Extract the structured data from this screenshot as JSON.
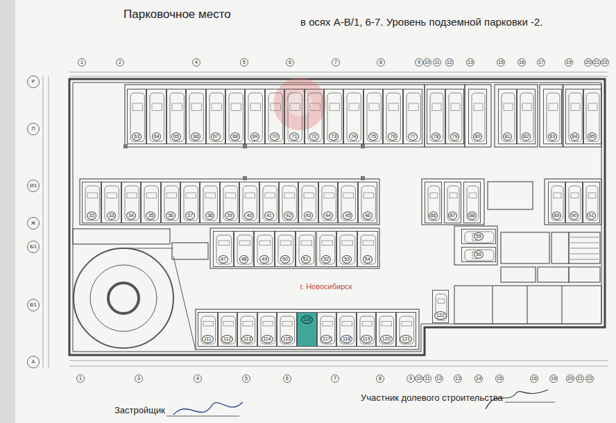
{
  "diagram": {
    "title": "Парковочное место",
    "nodes": [
      {
        "text": [
          "63"
        ]
      },
      {
        "text": [
          "64"
        ]
      },
      {
        "text": [
          "65"
        ]
      },
      {
        "text": [
          "66"
        ]
      },
      {
        "text": [
          "67"
        ]
      },
      {
        "text": [
          "68"
        ]
      },
      {
        "text": [
          "69"
        ]
      },
      {
        "text": [
          "70"
        ]
      },
      {
        "text": [
          "71"
        ]
      },
      {
        "text": [
          "72"
        ]
      },
      {
        "text": [
          "73"
        ]
      },
      {
        "text": [
          "74"
        ]
      },
      {
        "text": [
          "75"
        ]
      },
      {
        "text": [
          "76"
        ]
      },
      {
        "text": [
          "77"
        ]
      },
      {
        "text": [
          "78"
        ]
      },
      {
        "text": [
          "79"
        ]
      },
      {
        "text": [
          "80"
        ]
      },
      {
        "text": [
          "81"
        ]
      },
      {
        "text": [
          "82"
        ]
      },
      {
        "text": [
          "83"
        ]
      },
      {
        "text": [
          "84"
        ]
      },
      {
        "text": [
          "85"
        ]
      },
      {
        "text": [
          "32"
        ]
      },
      {
        "text": [
          "33"
        ]
      },
      {
        "text": [
          "34"
        ]
      },
      {
        "text": [
          "35"
        ]
      },
      {
        "text": [
          "36"
        ]
      },
      {
        "text": [
          "37"
        ]
      },
      {
        "text": [
          "38"
        ]
      },
      {
        "text": [
          "39"
        ]
      },
      {
        "text": [
          "40"
        ]
      },
      {
        "text": [
          "41"
        ]
      },
      {
        "text": [
          "42"
        ]
      },
      {
        "text": [
          "43"
        ]
      },
      {
        "text": [
          "44"
        ]
      },
      {
        "text": [
          "45"
        ]
      },
      {
        "text": [
          "46"
        ]
      },
      {
        "text": [
          "86"
        ]
      },
      {
        "text": [
          "87"
        ]
      },
      {
        "text": [
          "88"
        ]
      },
      {
        "text": [
          "89"
        ]
      },
      {
        "text": [
          "90"
        ]
      },
      {
        "text": [
          "91"
        ]
      },
      {
        "text": [
          "47"
        ]
      },
      {
        "text": [
          "48"
        ]
      },
      {
        "text": [
          "49"
        ]
      },
      {
        "text": [
          "50"
        ]
      },
      {
        "text": [
          "51"
        ]
      },
      {
        "text": [
          "52"
        ]
      },
      {
        "text": [
          "53"
        ]
      },
      {
        "text": [
          "54"
        ]
      },
      {
        "text": [
          "111"
        ]
      },
      {
        "text": [
          "112"
        ]
      },
      {
        "text": [
          "113"
        ]
      },
      {
        "text": [
          "114"
        ]
      },
      {
        "text": [
          "115"
        ]
      },
      {
        "text": [
          "116"
        ]
      },
      {
        "text": [
          "117"
        ]
      },
      {
        "text": [
          "118"
        ]
      },
      {
        "text": [
          "119"
        ]
      },
      {
        "text": [
          "120"
        ]
      },
      {
        "text": [
          "121"
        ]
      },
      {
        "text": [
          "122"
        ]
      },
      {
        "text": [
          "55"
        ]
      },
      {
        "text": [
          "56"
        ]
      }
    ],
    "labels": [
      "в осях А-В/1, 6-7. Уровень подземной парковки -2.",
      "г. Новосибирск",
      "Застройщик",
      "Участник долевого строительства",
      "1",
      "2",
      "4",
      "5",
      "6",
      "7",
      "8",
      "9",
      "10",
      "11",
      "12",
      "13",
      "15",
      "16",
      "17",
      "19",
      "20",
      "21",
      "22",
      "1",
      "3",
      "4",
      "5",
      "6",
      "7",
      "8",
      "9",
      "10",
      "11",
      "12",
      "13",
      "14",
      "15",
      "16",
      "19",
      "20",
      "21",
      "22",
      "Р",
      "П",
      "И/1",
      "Ж",
      "Б/1",
      "В/1",
      "А"
    ]
  }
}
